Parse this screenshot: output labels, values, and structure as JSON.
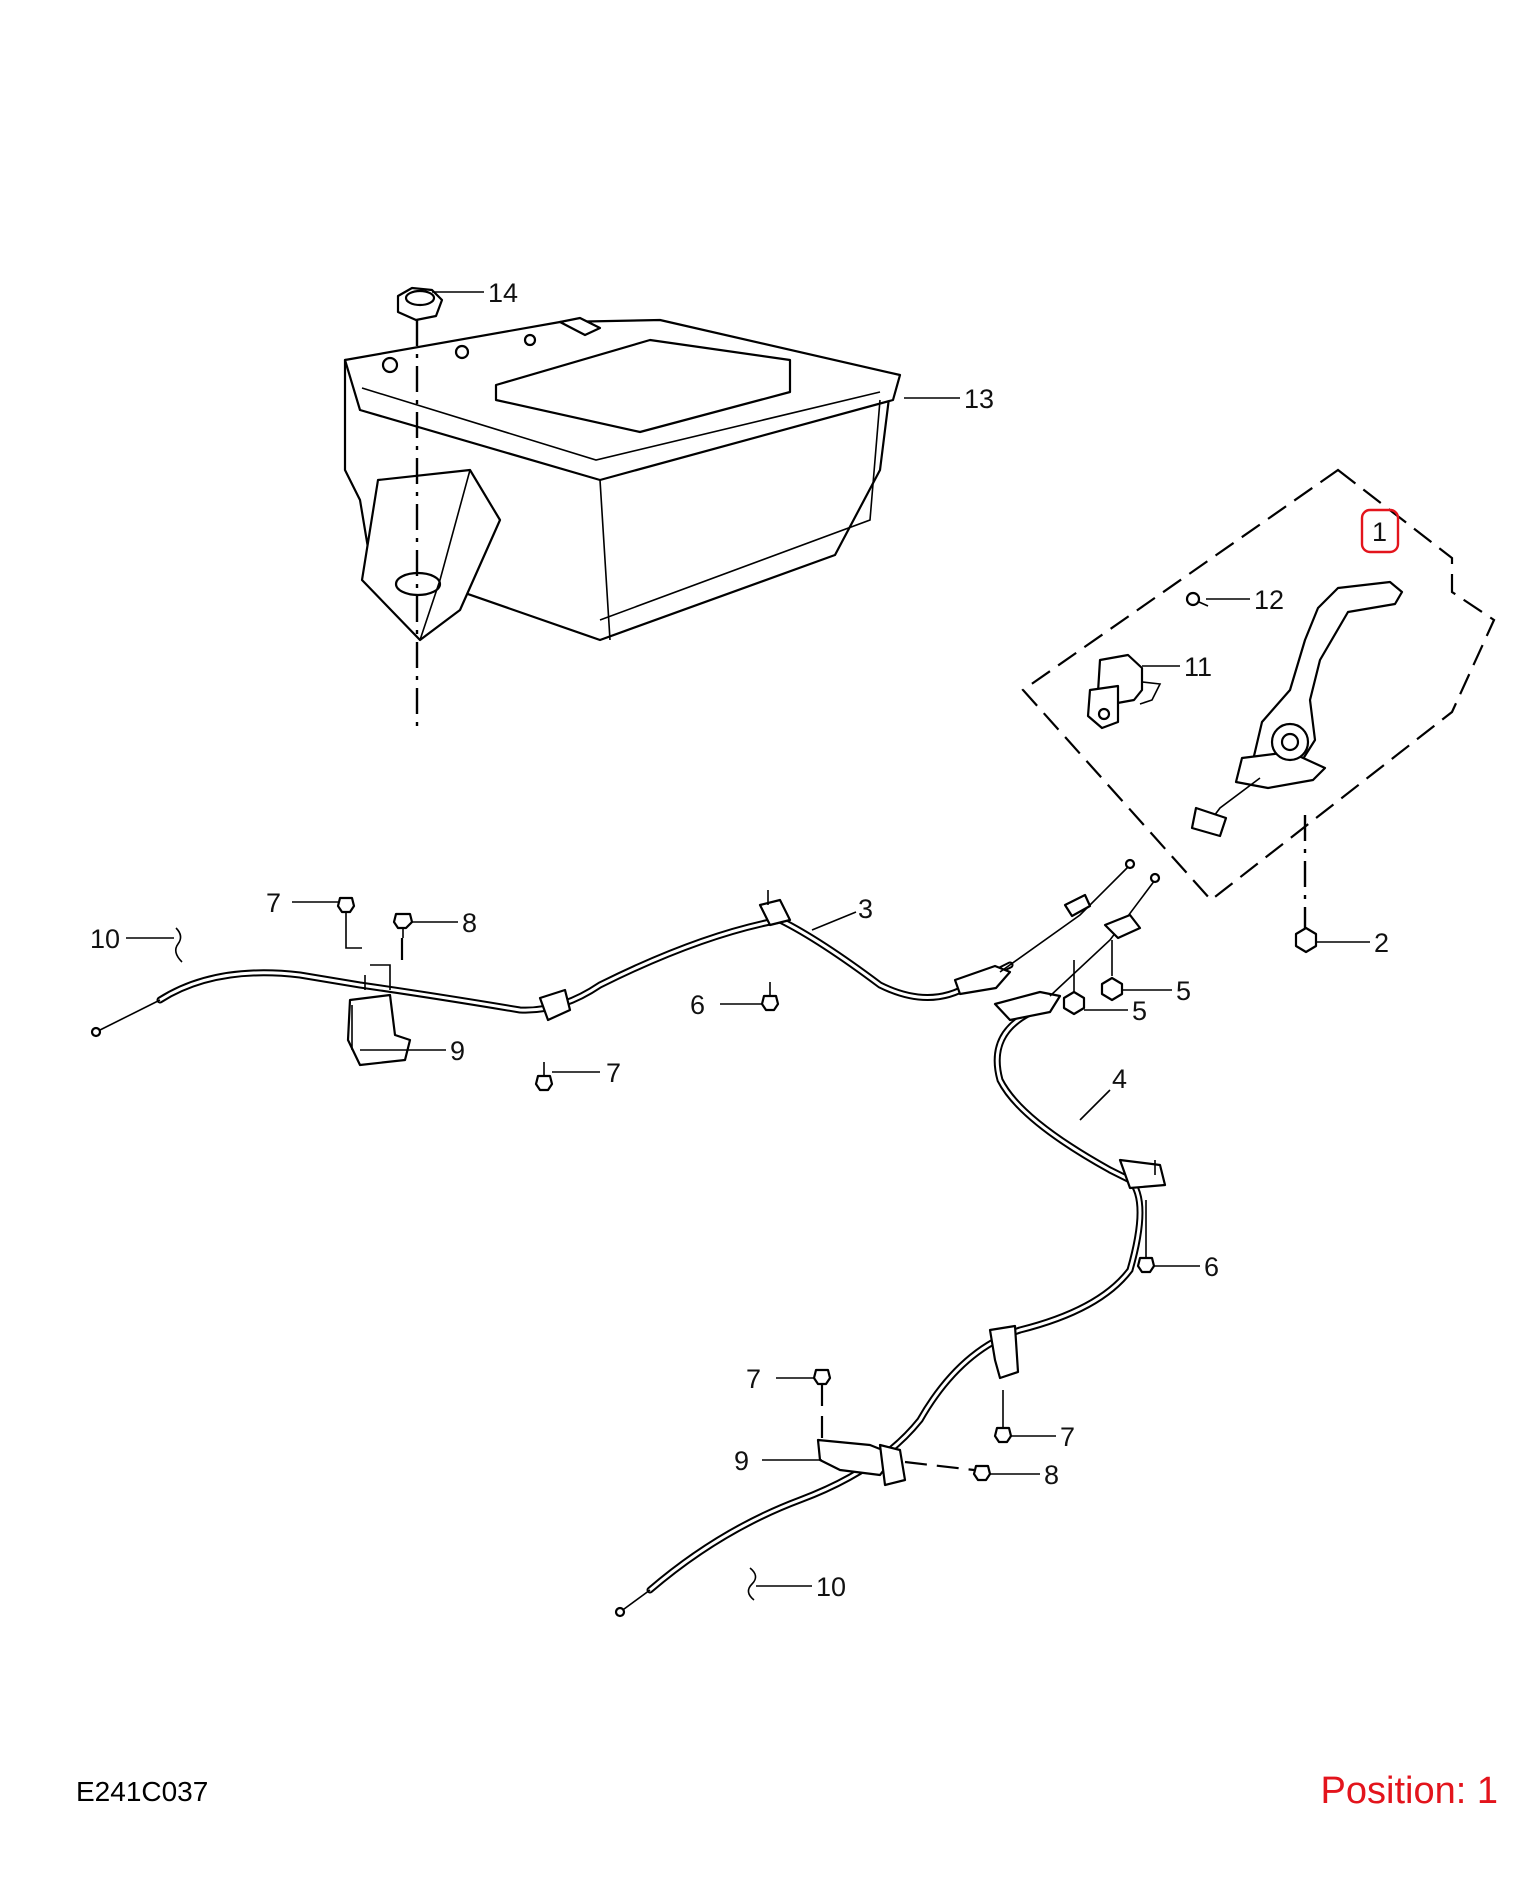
{
  "diagram_code": "E241C037",
  "position_label": "Position: 1",
  "highlighted_callout": "1",
  "highlight_color": "#e3141c",
  "callouts": {
    "c1": "1",
    "c2": "2",
    "c3": "3",
    "c4": "4",
    "c5a": "5",
    "c5b": "5",
    "c6a": "6",
    "c6b": "6",
    "c7a": "7",
    "c7b": "7",
    "c7c": "7",
    "c7d": "7",
    "c8a": "8",
    "c8b": "8",
    "c9a": "9",
    "c9b": "9",
    "c10a": "10",
    "c10b": "10",
    "c11": "11",
    "c12": "12",
    "c13": "13",
    "c14": "14"
  }
}
